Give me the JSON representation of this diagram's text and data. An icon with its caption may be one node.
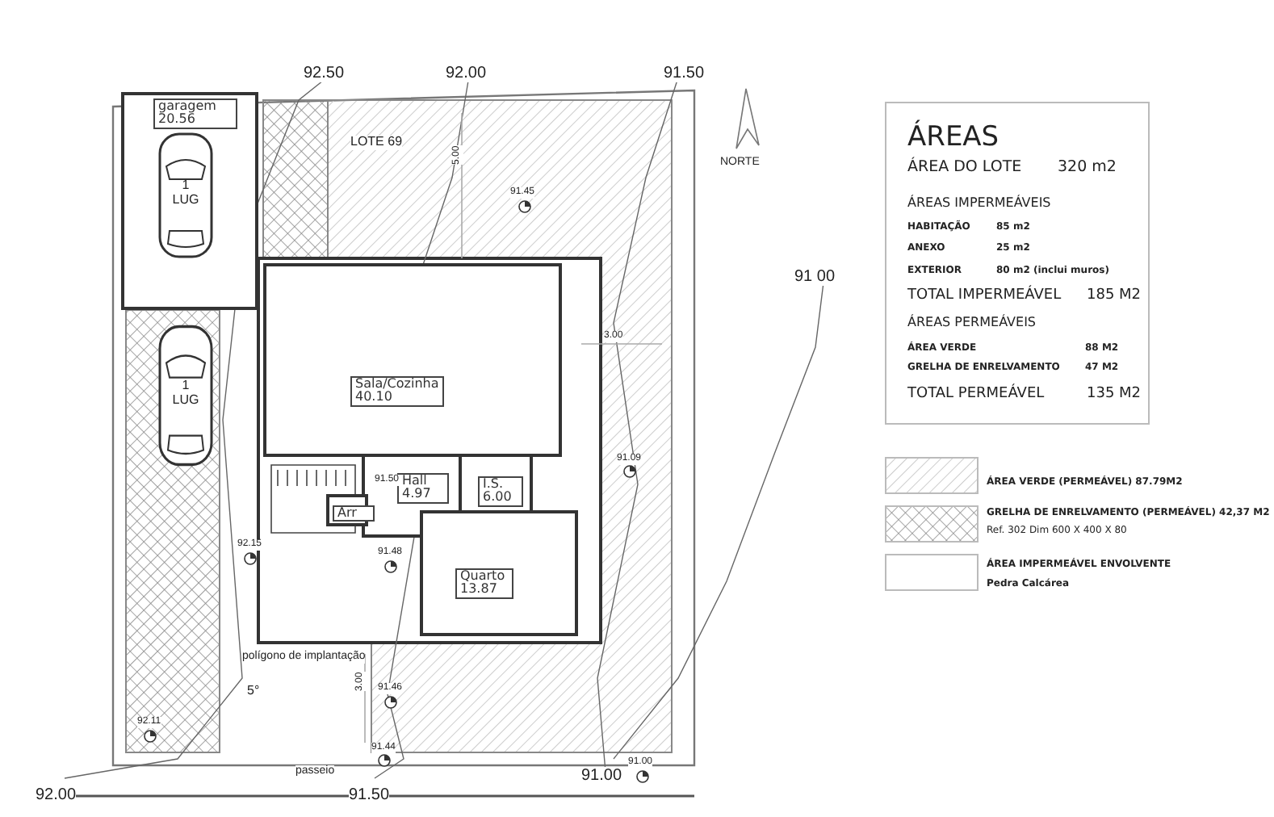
{
  "diagram": {
    "nodes": [
      {
        "text": [
          "garagem 20.56"
        ]
      },
      {
        "text": [
          "1 LUG"
        ],
        "in": 0
      },
      {
        "text": [
          "1 LUG"
        ]
      },
      {
        "text": [
          "Sala/Cozinha 40.10"
        ]
      },
      {
        "text": [
          "Hall 4.97"
        ]
      },
      {
        "text": [
          "I.S. 6.00"
        ]
      },
      {
        "text": [
          "Arr"
        ]
      },
      {
        "text": [
          "Quarto 13.87"
        ]
      }
    ],
    "labels": [
      "92.50",
      "92.00",
      "91.50",
      "LOTE 69",
      "NORTE",
      "91.45",
      "91 00",
      "91.09",
      "91.50",
      "92.15",
      "91.48",
      "polígono de implantação",
      "5°",
      "91.46",
      "92.11",
      "91.44",
      "passeio",
      "91.00",
      "91.00",
      "92.00",
      "91.50",
      "5.00",
      "3.00",
      "3.00",
      "ÁREAS",
      "ÁREA DO LOTE",
      "320 m2",
      "ÁREAS IMPERMEÁVEIS",
      "HABITAÇÃO",
      "85 m2",
      "ANEXO",
      "25 m2",
      "EXTERIOR",
      "80 m2  (inclui muros)",
      "TOTAL IMPERMEÁVEL",
      "185 M2",
      "ÁREAS PERMEÁVEIS",
      "ÁREA VERDE",
      "88 M2",
      "GRELHA DE ENRELVAMENTO",
      "47 M2",
      "TOTAL PERMEÁVEL",
      "135 M2",
      "Ref. 302  Dim 600 X 400 X 80",
      "Pedra Calcárea"
    ],
    "legend": [
      {
        "text": "ÁREA VERDE   (PERMEÁVEL) 87.79M2"
      },
      {
        "text": "GRELHA DE ENRELVAMENTO (PERMEÁVEL)  42,37 M2"
      },
      {
        "text": "ÁREA IMPERMEÁVEL ENVOLVENTE"
      }
    ]
  }
}
